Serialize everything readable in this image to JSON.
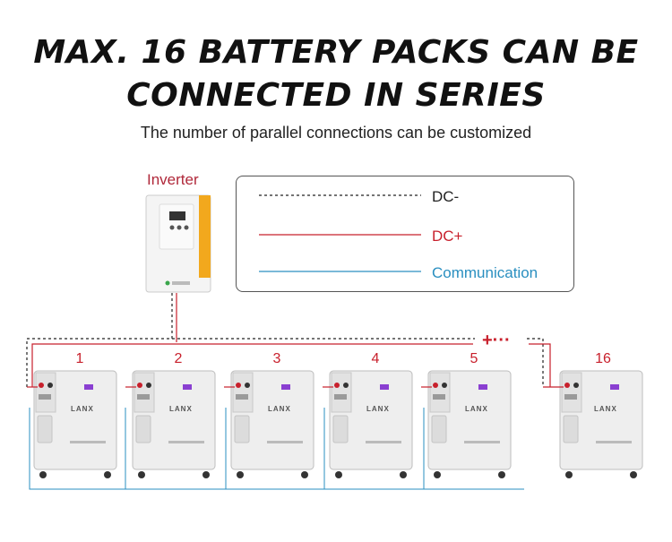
{
  "title_line1": "MAX. 16 BATTERY PACKS CAN BE",
  "title_line2": "CONNECTED IN SERIES",
  "subtitle": "The number of parallel connections can be customized",
  "inverter_label": "Inverter",
  "legend": {
    "dc_minus": "DC-",
    "dc_plus": "DC+",
    "communication": "Communication"
  },
  "battery_numbers": [
    "1",
    "2",
    "3",
    "4",
    "5",
    "16"
  ],
  "ellipsis": "+···",
  "battery_brand": "LANX",
  "colors": {
    "dc_plus": "#c8202c",
    "dc_minus": "#222222",
    "communication": "#2a8fc0",
    "inverter_accent": "#f2a81d"
  }
}
